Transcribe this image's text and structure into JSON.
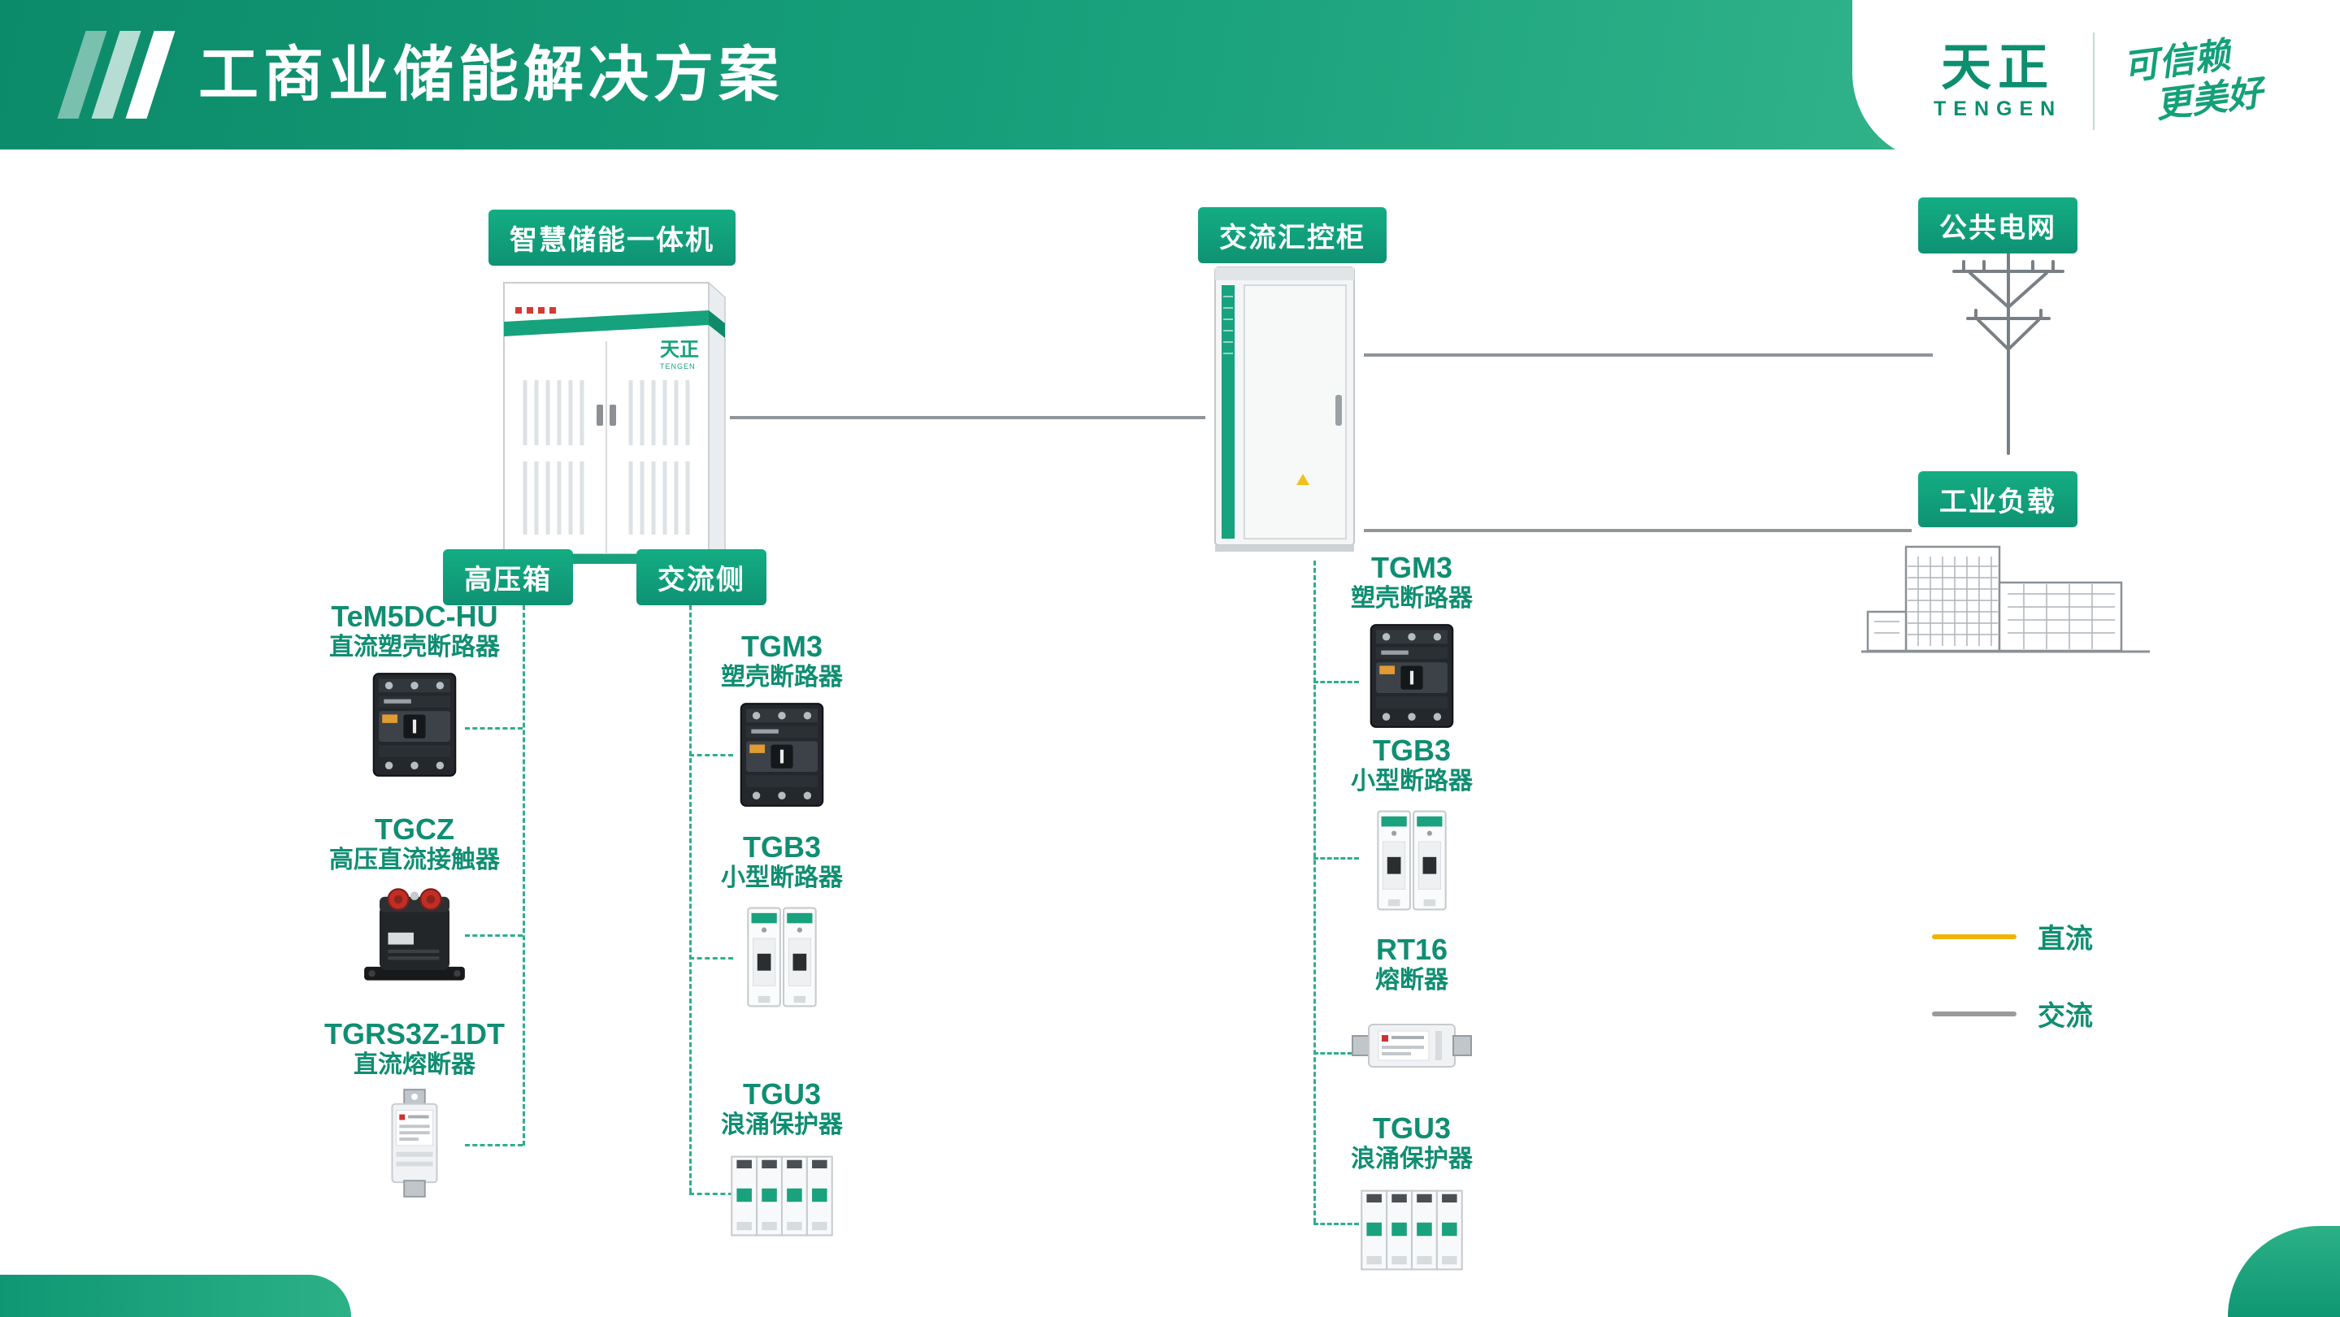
{
  "header": {
    "title": "工商业储能解决方案"
  },
  "brand": {
    "name": "天正",
    "latin": "TENGEN",
    "slogan1": "可信赖",
    "slogan2": "更美好"
  },
  "badges": {
    "storage": "智慧储能一体机",
    "ac_cabinet": "交流汇控柜",
    "grid": "公共电网",
    "load": "工业负载",
    "hv_box": "高压箱",
    "ac_side": "交流侧"
  },
  "cabinet_marks": {
    "logo": "天正",
    "logo_sub": "TENGEN"
  },
  "columns": {
    "hv": [
      {
        "model": "TeM5DC-HU",
        "desc": "直流塑壳断路器"
      },
      {
        "model": "TGCZ",
        "desc": "高压直流接触器"
      },
      {
        "model": "TGRS3Z-1DT",
        "desc": "直流熔断器"
      }
    ],
    "ac": [
      {
        "model": "TGM3",
        "desc": "塑壳断路器"
      },
      {
        "model": "TGB3",
        "desc": "小型断路器"
      },
      {
        "model": "TGU3",
        "desc": "浪涌保护器"
      }
    ],
    "cabinet": [
      {
        "model": "TGM3",
        "desc": "塑壳断路器"
      },
      {
        "model": "TGB3",
        "desc": "小型断路器"
      },
      {
        "model": "RT16",
        "desc": "熔断器"
      },
      {
        "model": "TGU3",
        "desc": "浪涌保护器"
      }
    ]
  },
  "legend": [
    {
      "label": "直流",
      "color": "#f0b400"
    },
    {
      "label": "交流",
      "color": "#9a9a9a"
    }
  ]
}
